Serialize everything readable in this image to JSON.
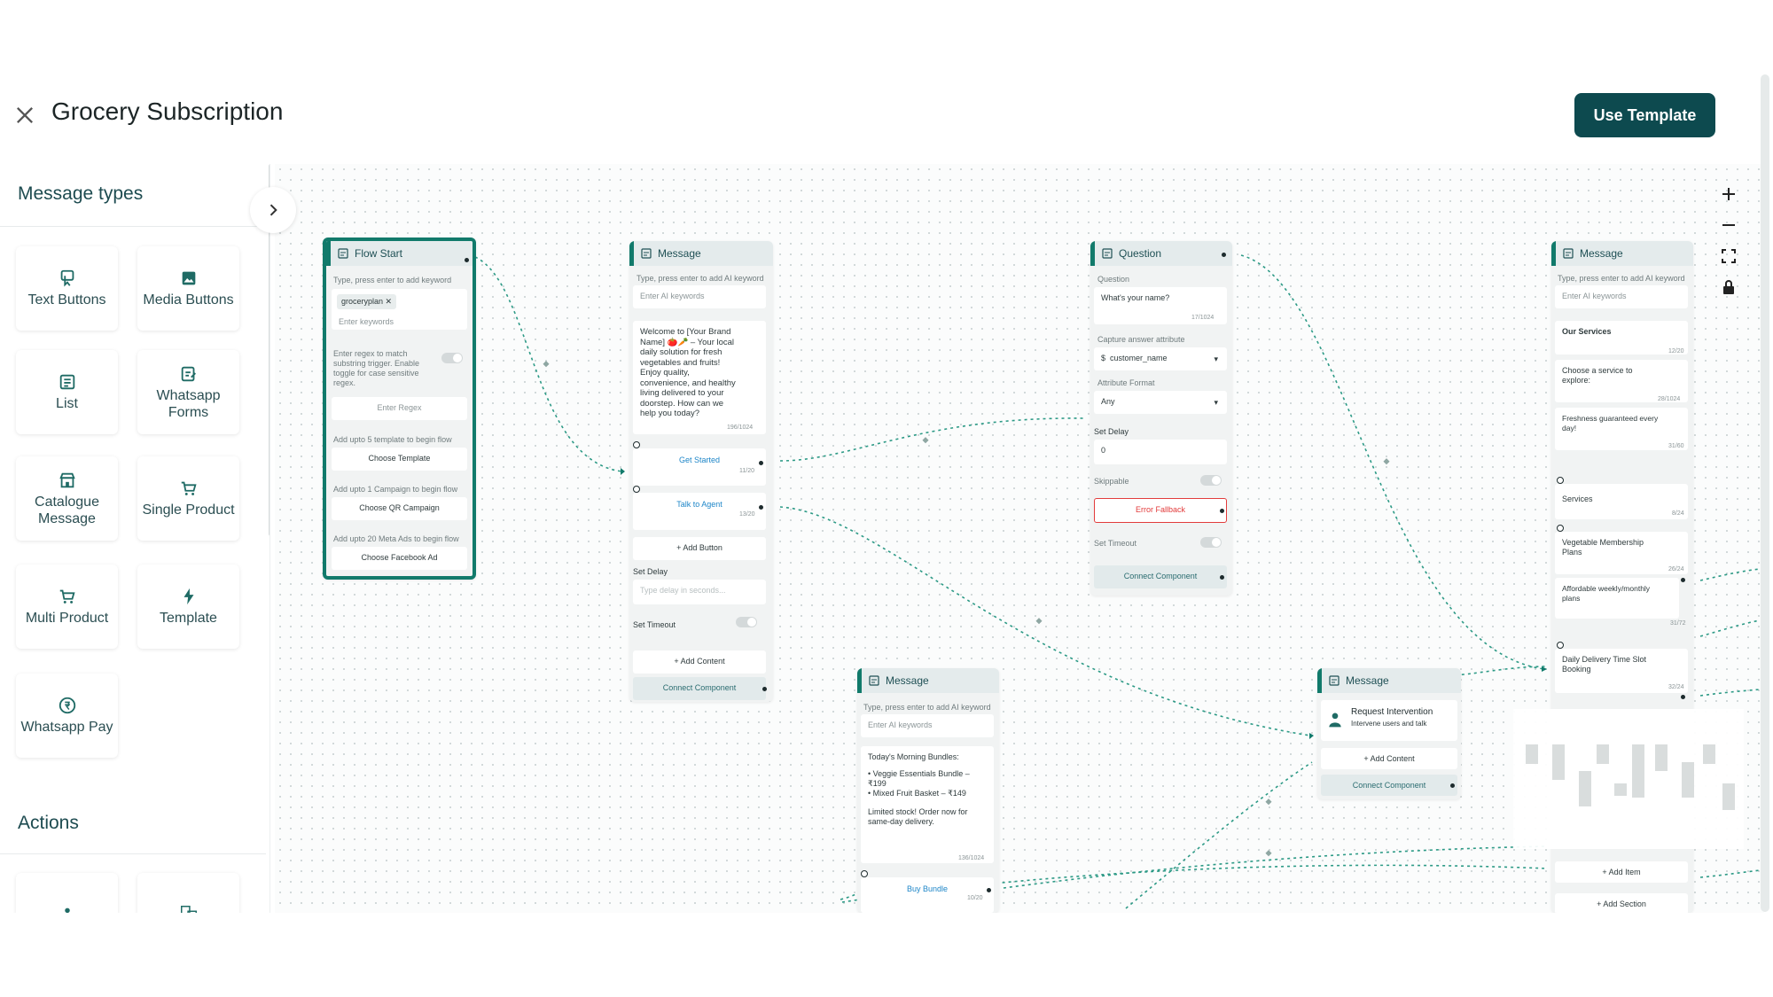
{
  "header": {
    "title": "Grocery Subscription",
    "use_template_label": "Use Template"
  },
  "sidebar": {
    "message_types_title": "Message types",
    "actions_title": "Actions",
    "tiles": [
      {
        "label": "Text Buttons",
        "icon": "text-buttons-icon"
      },
      {
        "label": "Media Buttons",
        "icon": "image-icon"
      },
      {
        "label": "List",
        "icon": "list-icon"
      },
      {
        "label": "Whatsapp Forms",
        "icon": "form-icon"
      },
      {
        "label": "Catalogue Message",
        "icon": "catalogue-icon"
      },
      {
        "label": "Single Product",
        "icon": "cart-icon"
      },
      {
        "label": "Multi Product",
        "icon": "cart-icon"
      },
      {
        "label": "Template",
        "icon": "bolt-icon"
      },
      {
        "label": "Whatsapp Pay",
        "icon": "rupee-icon"
      }
    ]
  },
  "canvas": {
    "flow_start": {
      "title": "Flow Start",
      "keyword_label": "Type, press enter to add keyword",
      "chip": "groceryplan",
      "keyword_placeholder": "Enter keywords",
      "regex_help": "Enter regex to match substring trigger. Enable toggle for case sensitive regex.",
      "regex_placeholder": "Enter Regex",
      "template_label": "Add upto 5 template to begin flow",
      "template_btn": "Choose Template",
      "campaign_label": "Add upto 1 Campaign to begin flow",
      "campaign_btn": "Choose QR Campaign",
      "ads_label": "Add upto 20 Meta Ads to begin flow",
      "ads_btn": "Choose Facebook Ad"
    },
    "message1": {
      "title": "Message",
      "keyword_label": "Type, press enter to add AI keyword",
      "keyword_placeholder": "Enter AI keywords",
      "body": "Welcome to [Your Brand Name] 🍅🥕 – Your local daily solution for fresh vegetables and fruits! Enjoy quality, convenience, and healthy living delivered to your doorstep. How can we help you today?",
      "body_count": "196/1024",
      "btn1": "Get Started",
      "btn1_count": "11/20",
      "btn2": "Talk to Agent",
      "btn2_count": "13/20",
      "add_button": "+ Add Button",
      "delay_label": "Set Delay",
      "delay_placeholder": "Type delay in seconds...",
      "timeout_label": "Set Timeout",
      "add_content": "+ Add Content",
      "connect": "Connect Component"
    },
    "question": {
      "title": "Question",
      "question_label": "Question",
      "question_value": "What's your name?",
      "question_count": "17/1024",
      "capture_label": "Capture answer attribute",
      "capture_value": "customer_name",
      "format_label": "Attribute Format",
      "format_value": "Any",
      "delay_label": "Set Delay",
      "delay_value": "0",
      "skippable_label": "Skippable",
      "error_fallback": "Error Fallback",
      "timeout_label": "Set Timeout",
      "connect": "Connect Component"
    },
    "message_list": {
      "title": "Message",
      "keyword_label": "Type, press enter to add AI keyword",
      "keyword_placeholder": "Enter AI keywords",
      "header": "Our Services",
      "header_count": "12/20",
      "body": "Choose a service to explore:",
      "body_count": "28/1024",
      "footer": "Freshness guaranteed every day!",
      "footer_count": "31/60",
      "section": "Services",
      "section_count": "8/24",
      "item1": "Vegetable Membership Plans",
      "item1_count": "26/24",
      "item1_desc": "Affordable weekly/monthly plans",
      "item1_desc_count": "31/72",
      "item2": "Daily Delivery Time Slot Booking",
      "item2_count": "32/24",
      "add_item": "+ Add Item",
      "add_section": "+ Add Section"
    },
    "message_bundle": {
      "title": "Message",
      "keyword_label": "Type, press enter to add AI keyword",
      "keyword_placeholder": "Enter AI keywords",
      "body_l1": "Today's Morning Bundles:",
      "body_l2": "• Veggie Essentials Bundle – ₹199",
      "body_l3": "• Mixed Fruit Basket – ₹149",
      "body_l4": "Limited stock! Order now for same-day delivery.",
      "body_count": "136/1024",
      "btn": "Buy Bundle",
      "btn_count": "10/20"
    },
    "message_agent": {
      "title": "Message",
      "intervention_title": "Request Intervention",
      "intervention_sub": "Intervene users and talk",
      "add_content": "+ Add Content",
      "connect": "Connect Component"
    }
  },
  "colors": {
    "accent": "#117a6b",
    "primary_button": "#0d4a4f",
    "error": "#e23b3b",
    "link": "#1e86c8"
  }
}
